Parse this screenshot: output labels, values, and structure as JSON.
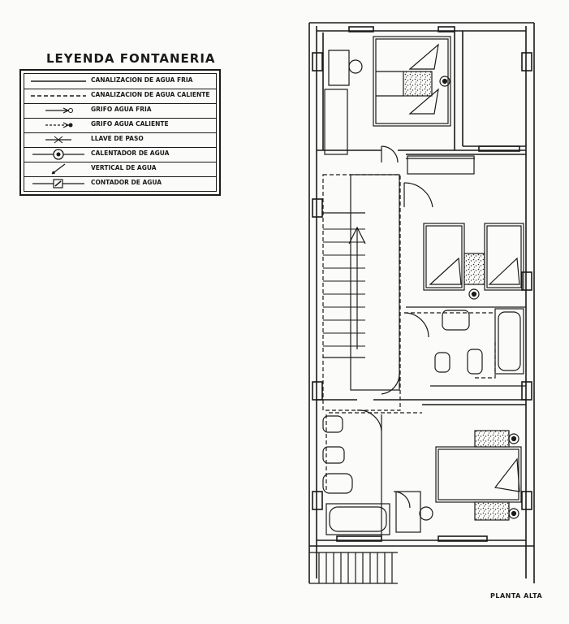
{
  "legend": {
    "title": "LEYENDA FONTANERIA",
    "items": [
      {
        "label": "CANALIZACION DE AGUA FRIA",
        "symbol": "solid-line-icon"
      },
      {
        "label": "CANALIZACION DE AGUA CALIENTE",
        "symbol": "dashed-line-icon"
      },
      {
        "label": "GRIFO AGUA FRIA",
        "symbol": "cold-tap-icon"
      },
      {
        "label": "GRIFO AGUA CALIENTE",
        "symbol": "hot-tap-icon"
      },
      {
        "label": "LLAVE DE PASO",
        "symbol": "valve-icon"
      },
      {
        "label": "CALENTADOR DE AGUA",
        "symbol": "water-heater-icon"
      },
      {
        "label": "VERTICAL DE AGUA",
        "symbol": "riser-icon"
      },
      {
        "label": "CONTADOR DE AGUA",
        "symbol": "water-meter-icon"
      }
    ]
  },
  "plan": {
    "label": "PLANTA ALTA"
  },
  "colors": {
    "ink": "#1a1a1a",
    "paper": "#fbfbf9"
  }
}
